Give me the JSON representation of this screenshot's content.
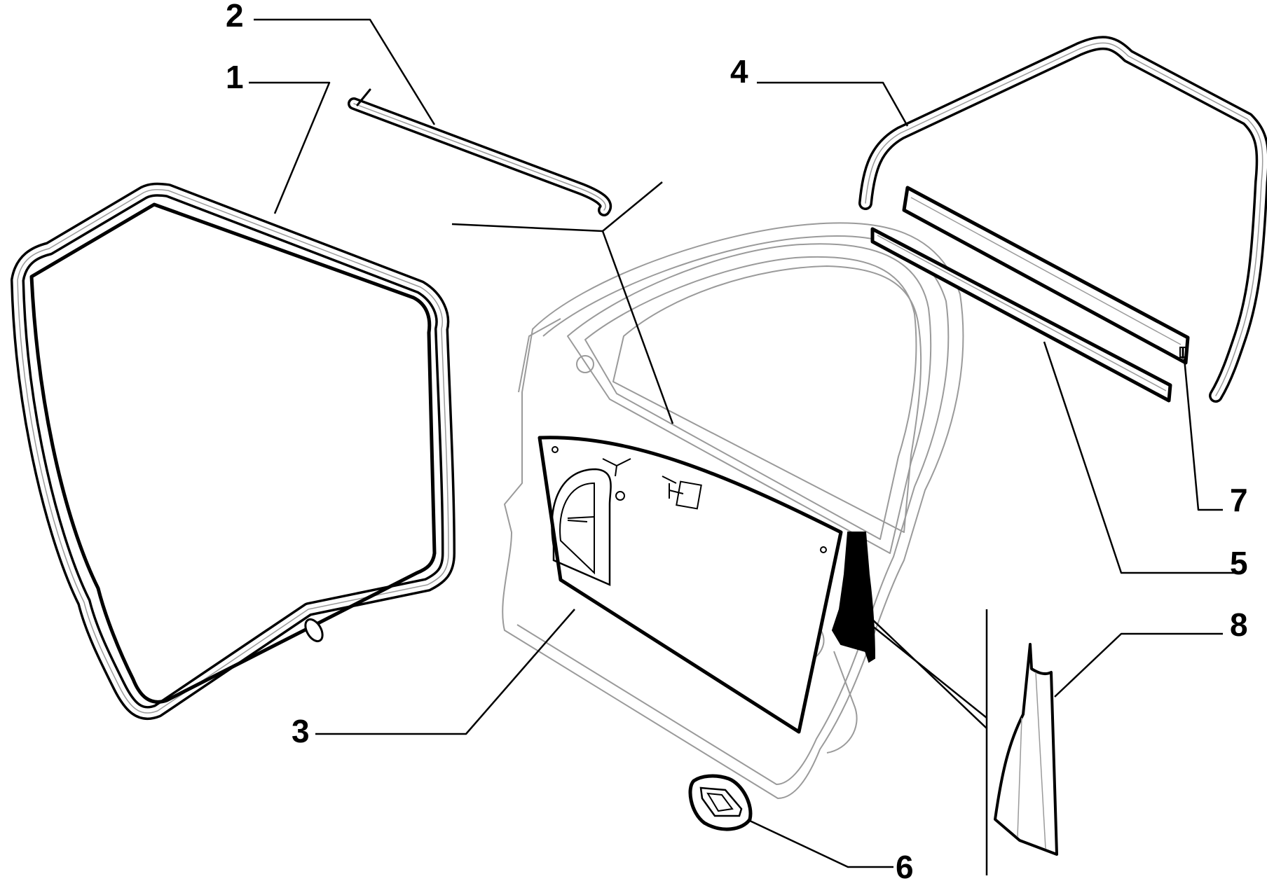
{
  "colors": {
    "ink": "#000000",
    "faint": "#9a9a9a",
    "paper": "#ffffff"
  },
  "callouts": [
    {
      "label": "1"
    },
    {
      "label": "2"
    },
    {
      "label": "3"
    },
    {
      "label": "4"
    },
    {
      "label": "5"
    },
    {
      "label": "6"
    },
    {
      "label": "7"
    },
    {
      "label": "8"
    }
  ]
}
